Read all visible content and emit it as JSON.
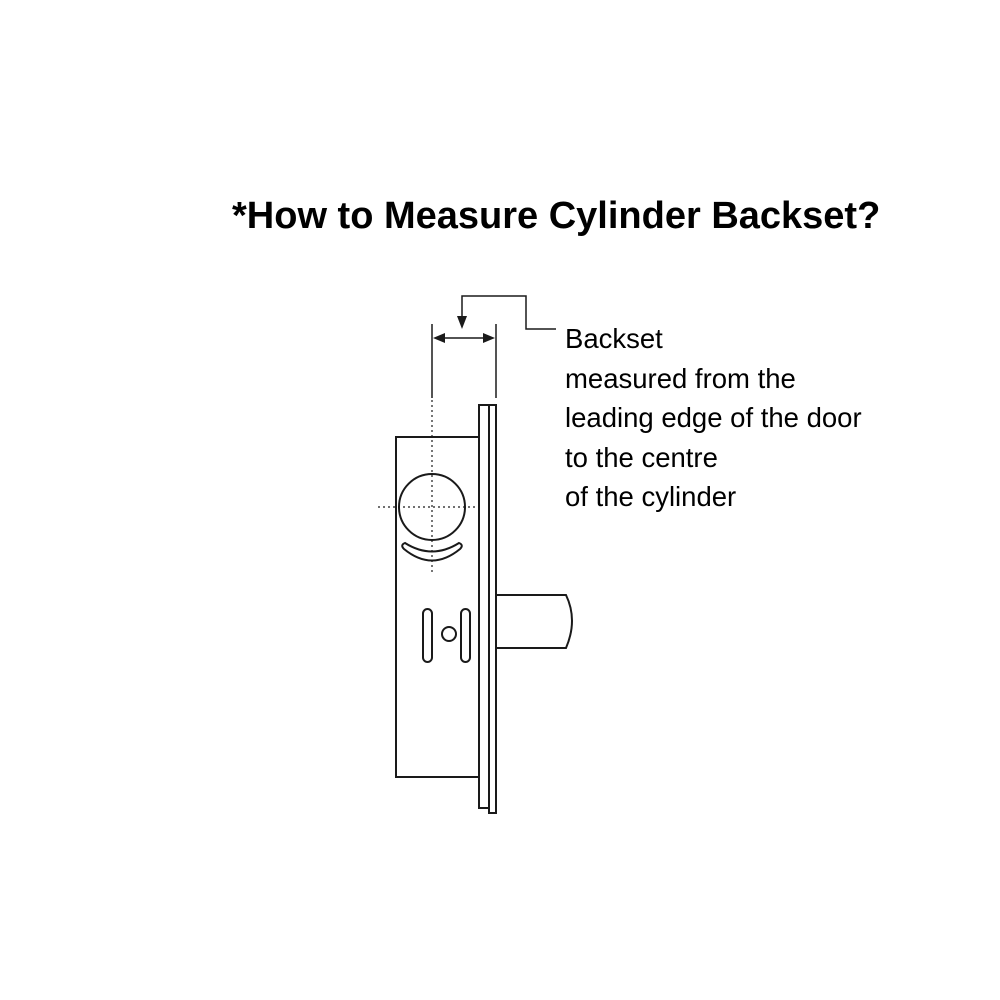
{
  "title": "*How to Measure Cylinder Backset?",
  "caption": {
    "lines": [
      "Backset",
      "measured from the",
      "leading edge of the door",
      "to the centre",
      "of the cylinder"
    ]
  },
  "colors": {
    "ink": "#1a1a1a",
    "background": "#ffffff"
  },
  "icons": {
    "cylinder": "cylinder-hole-icon",
    "keyhole": "key-slot-icon",
    "screw_hole": "screw-hole-icon"
  }
}
